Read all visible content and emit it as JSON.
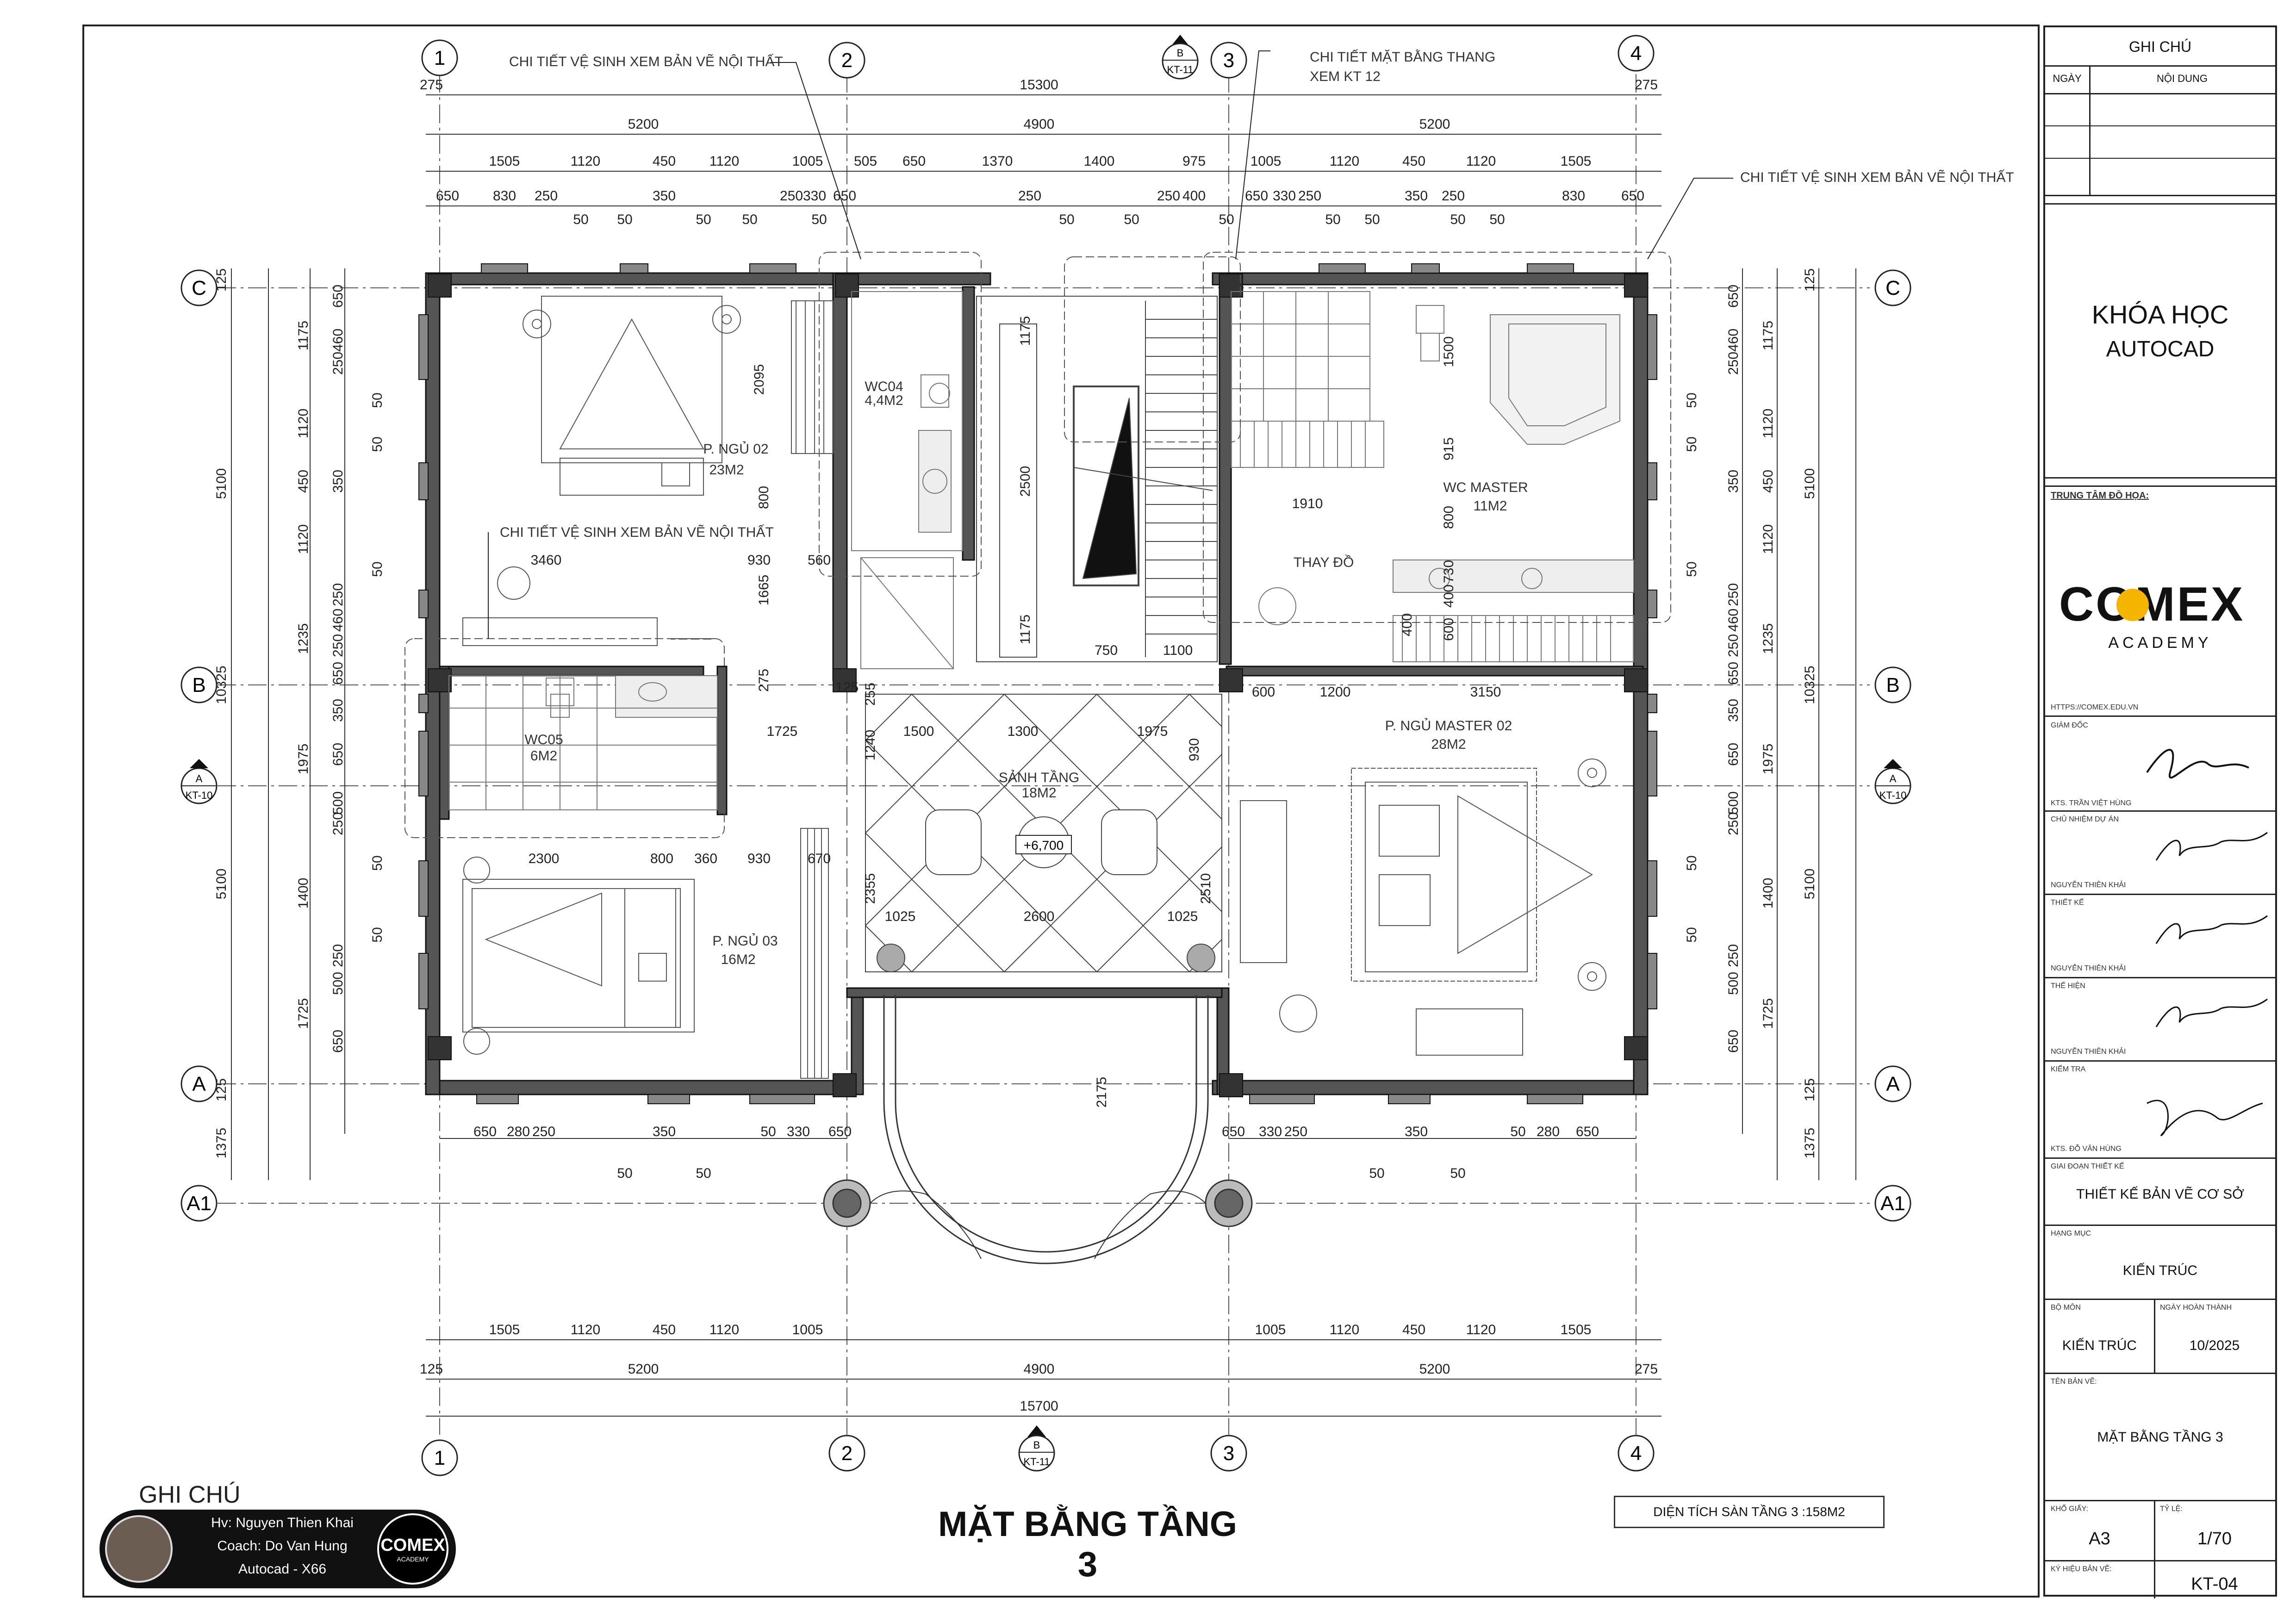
{
  "drawing": {
    "title": "MẶT BẰNG TẦNG 3",
    "area_note": "DIỆN TÍCH SÀN TẦNG 3 :158M2",
    "note_heading": "GHI CHÚ",
    "axes_vertical": [
      "1",
      "2",
      "3",
      "4"
    ],
    "axes_horizontal": [
      "C",
      "B",
      "A",
      "A1"
    ],
    "section_marks": {
      "top": {
        "letter": "B",
        "ref": "KT-11"
      },
      "bottom": {
        "letter": "B",
        "ref": "KT-11"
      },
      "left": {
        "letter": "A",
        "ref": "KT-10"
      },
      "right": {
        "letter": "A",
        "ref": "KT-10"
      }
    },
    "callouts": {
      "wc_top_left": "CHI TIẾT VỆ SINH XEM BẢN VẼ NỘI THẤT",
      "stair_1": "CHI TIẾT MẶT BẰNG THANG",
      "stair_2": "XEM KT 12",
      "wc_top_right": "CHI TIẾT VỆ SINH XEM BẢN VẼ NỘI THẤT",
      "wc_left": "CHI TIẾT VỆ SINH XEM BẢN VẼ NỘI THẤT"
    },
    "rooms": {
      "bed02_name": "P. NGỦ 02",
      "bed02_area": "23M2",
      "wc04_name": "WC04",
      "wc04_area": "4,4M2",
      "wcmaster_name": "WC MASTER",
      "wcmaster_area": "11M2",
      "dressing": "THAY ĐỒ",
      "wc05_name": "WC05",
      "wc05_area": "6M2",
      "hall_name": "SẢNH TẦNG",
      "hall_area": "18M2",
      "master_name": "P. NGỦ MASTER 02",
      "master_area": "28M2",
      "bed03_name": "P. NGỦ 03",
      "bed03_area": "16M2",
      "level": "+6,700"
    },
    "dims_top": {
      "overall": "15300",
      "left_bay": "5200",
      "mid_bay": "4900",
      "right_bay": "5200",
      "offset_l": "275",
      "offset_r": "275",
      "row3": [
        "1505",
        "1120",
        "450",
        "1120",
        "1005",
        "505",
        "650",
        "1370",
        "1400",
        "975",
        "1005",
        "1120",
        "450",
        "1120",
        "1505"
      ],
      "row4": [
        "650",
        "830",
        "250",
        "350",
        "250",
        "330",
        "650",
        "250",
        "250",
        "400",
        "650",
        "330",
        "250",
        "350",
        "250",
        "830",
        "650"
      ],
      "row5": [
        "50",
        "50",
        "50",
        "50",
        "50",
        "50",
        "50",
        "50",
        "50",
        "50",
        "50",
        "50"
      ]
    },
    "dims_bottom": {
      "overall": "15700",
      "left_bay": "5200",
      "mid_bay": "4900",
      "right_bay": "5200",
      "offset_l": "125",
      "offset_r": "275",
      "row_l": [
        "1505",
        "1120",
        "450",
        "1120",
        "1005"
      ],
      "row_r": [
        "1005",
        "1120",
        "450",
        "1120",
        "1505"
      ],
      "under_wall_l": [
        "650",
        "280",
        "250",
        "350",
        "50",
        "330",
        "650"
      ],
      "under_wall_r": [
        "650",
        "330",
        "250",
        "350",
        "50",
        "280",
        "650"
      ],
      "small_50": [
        "50",
        "50",
        "50",
        "50"
      ]
    },
    "dims_left": {
      "overall": "10325",
      "upper": "5100",
      "lower": "5100",
      "top_off": "125",
      "bottom_off": "125",
      "a1": "1375",
      "col2": [
        "1175",
        "1120",
        "450",
        "1120",
        "1235",
        "1975",
        "1400",
        "1725"
      ],
      "col3": [
        "650",
        "460",
        "250",
        "350",
        "250",
        "460",
        "250",
        "650",
        "350",
        "650",
        "500",
        "250",
        "250",
        "500",
        "650"
      ],
      "col4": [
        "50",
        "50",
        "50",
        "50",
        "50"
      ]
    },
    "dims_right": {
      "overall": "10325",
      "upper": "5100",
      "lower": "5100",
      "top_off": "125",
      "bottom_off": "125",
      "a1": "1375",
      "col2": [
        "1175",
        "1120",
        "450",
        "1120",
        "1235",
        "1975",
        "1400",
        "1725"
      ],
      "col3": [
        "650",
        "460",
        "250",
        "350",
        "250",
        "460",
        "250",
        "650",
        "350",
        "650",
        "500",
        "250",
        "250",
        "500",
        "650"
      ],
      "col4": [
        "50",
        "50",
        "50",
        "50",
        "50"
      ]
    },
    "dims_inner": [
      "2095",
      "800",
      "3460",
      "930",
      "560",
      "1665",
      "2500",
      "1175",
      "1175",
      "750",
      "1100",
      "1910",
      "1500",
      "915",
      "800",
      "730",
      "400",
      "600",
      "1200",
      "3150",
      "600",
      "1725",
      "1500",
      "1300",
      "1975",
      "2300",
      "800",
      "360",
      "930",
      "670",
      "1025",
      "2600",
      "1025",
      "2355",
      "2510",
      "930",
      "2175",
      "125",
      "1240",
      "255",
      "275",
      "400"
    ]
  },
  "student_card": {
    "line1": "Hv: Nguyen Thien Khai",
    "line2": "Coach: Do Van Hung",
    "line3": "Autocad - X66",
    "logo": "COMEX",
    "logo_sub": "ACADEMY"
  },
  "title_block": {
    "notes_title": "GHI CHÚ",
    "col_date": "NGÀY",
    "col_content": "NỘI DUNG",
    "course_1": "KHÓA HỌC",
    "course_2": "AUTOCAD",
    "center_label": "TRUNG TÂM ĐỒ HỌA:",
    "logo_text": "COMEX",
    "logo_sub": "ACADEMY",
    "website": "HTTPS://COMEX.EDU.VN",
    "director_label": "GIÁM ĐỐC",
    "director_name": "KTS. TRẦN VIỆT HÙNG",
    "pm_label": "CHỦ NHIỆM DỰ ÁN",
    "pm_name": "NGUYỄN THIÊN KHẢI",
    "design_label": "THIẾT KẾ",
    "design_name": "NGUYỄN THIÊN KHẢI",
    "draft_label": "THỂ HIỆN",
    "draft_name": "NGUYỄN THIÊN KHẢI",
    "check_label": "KIỂM TRA",
    "check_name": "KTS. ĐỖ VĂN HÙNG",
    "stage_label": "GIAI ĐOẠN THIẾT KẾ",
    "stage_value": "THIẾT KẾ BẢN VẼ CƠ SỞ",
    "item_label": "HẠNG MỤC",
    "item_value": "KIẾN TRÚC",
    "dept_label": "BỘ MÔN",
    "dept_value": "KIẾN TRÚC",
    "date_label": "NGÀY HOÀN THÀNH",
    "date_value": "10/2025",
    "sheetname_label": "TÊN BẢN VẼ:",
    "sheetname_value": "MẶT BẰNG TẦNG 3",
    "size_label": "KHỔ GIẤY:",
    "size_value": "A3",
    "scale_label": "TỶ LỆ:",
    "scale_value": "1/70",
    "code_label": "KÝ HIỆU BẢN VẼ:",
    "code_value": "KT-04",
    "accent_color": "#f5b400"
  }
}
